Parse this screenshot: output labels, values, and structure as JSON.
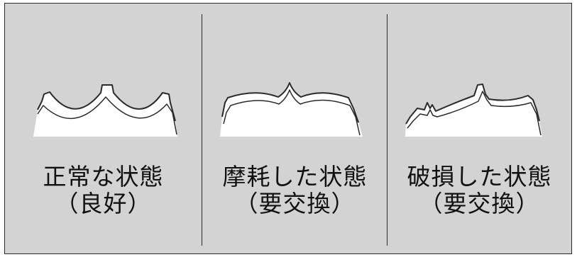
{
  "panels": [
    {
      "title": "正常な状態",
      "subtitle": "（良好）",
      "icon": "normal-blade-teeth"
    },
    {
      "title": "摩耗した状態",
      "subtitle": "（要交換）",
      "icon": "worn-blade-teeth"
    },
    {
      "title": "破損した状態",
      "subtitle": "（要交換）",
      "icon": "damaged-blade-teeth"
    }
  ],
  "colors": {
    "background": "#d3d3d3",
    "blade": "#ffffff",
    "line": "#2a2a2a"
  }
}
